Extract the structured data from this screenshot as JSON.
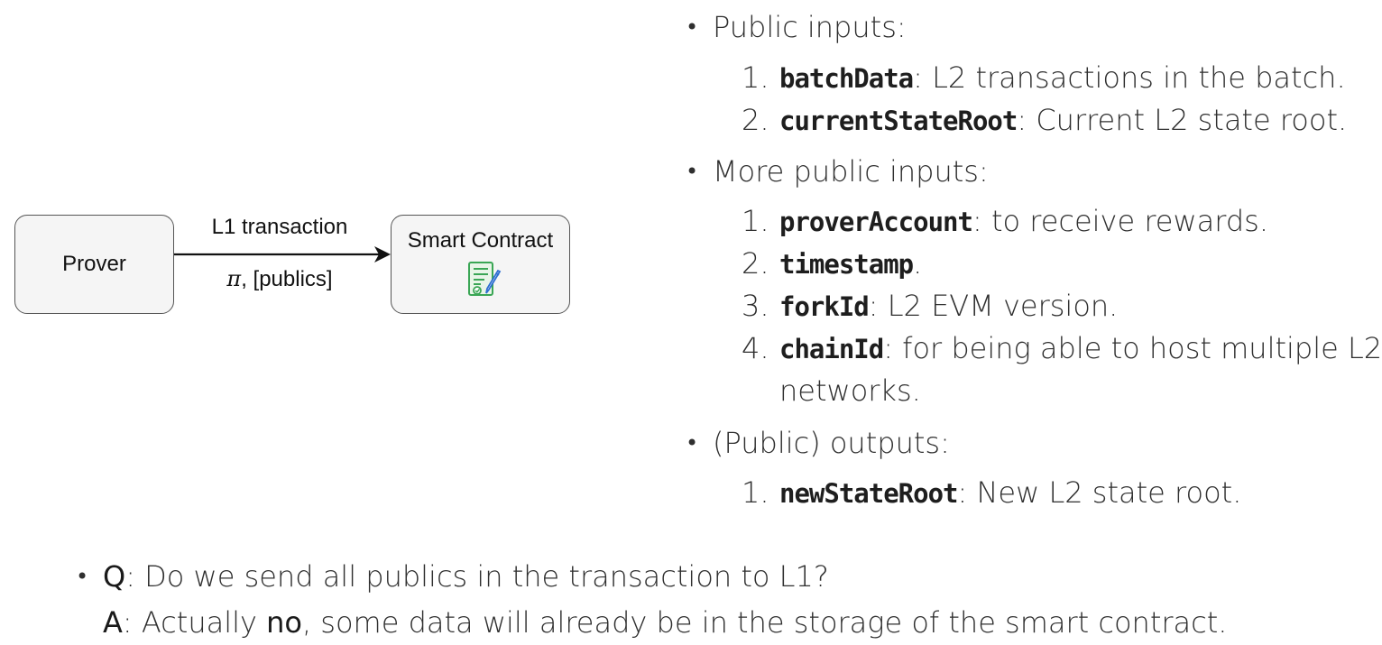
{
  "diagram": {
    "prover_label": "Prover",
    "contract_label": "Smart Contract",
    "edge_top_label": "L1 transaction",
    "edge_bottom_pi": "π",
    "edge_bottom_rest": ", [publics]",
    "contract_icon": "contract-document-icon"
  },
  "lists": {
    "public_inputs": {
      "heading": "Public inputs:",
      "items": [
        {
          "num": "1.",
          "code": "batchData",
          "text": ": L2 transactions in the batch."
        },
        {
          "num": "2.",
          "code": "currentStateRoot",
          "text": ": Current L2 state root."
        }
      ]
    },
    "more_public_inputs": {
      "heading": "More public inputs:",
      "items": [
        {
          "num": "1.",
          "code": "proverAccount",
          "text": ": to receive rewards."
        },
        {
          "num": "2.",
          "code": "timestamp",
          "text": "."
        },
        {
          "num": "3.",
          "code": "forkId",
          "text": ": L2 EVM version."
        },
        {
          "num": "4.",
          "code": "chainId",
          "text": ": for being able to host multiple L2",
          "continuation": "networks."
        }
      ]
    },
    "public_outputs": {
      "heading": "(Public) outputs:",
      "items": [
        {
          "num": "1.",
          "code": "newStateRoot",
          "text": ": New L2 state root."
        }
      ]
    }
  },
  "qa": {
    "q_label": "Q",
    "q_text": ": Do we send all publics in the transaction to L1?",
    "a_label": "A",
    "a_text_1": ": Actually ",
    "a_emph": "no",
    "a_text_2": ", some data will already be in the storage of the smart contract."
  },
  "bullet_glyph": "•",
  "colors": {
    "box_fill": "#f5f5f5",
    "box_stroke": "#555555",
    "text": "#2f2f2f",
    "icon_green": "#3aa655",
    "icon_blue": "#2e6fd1"
  }
}
